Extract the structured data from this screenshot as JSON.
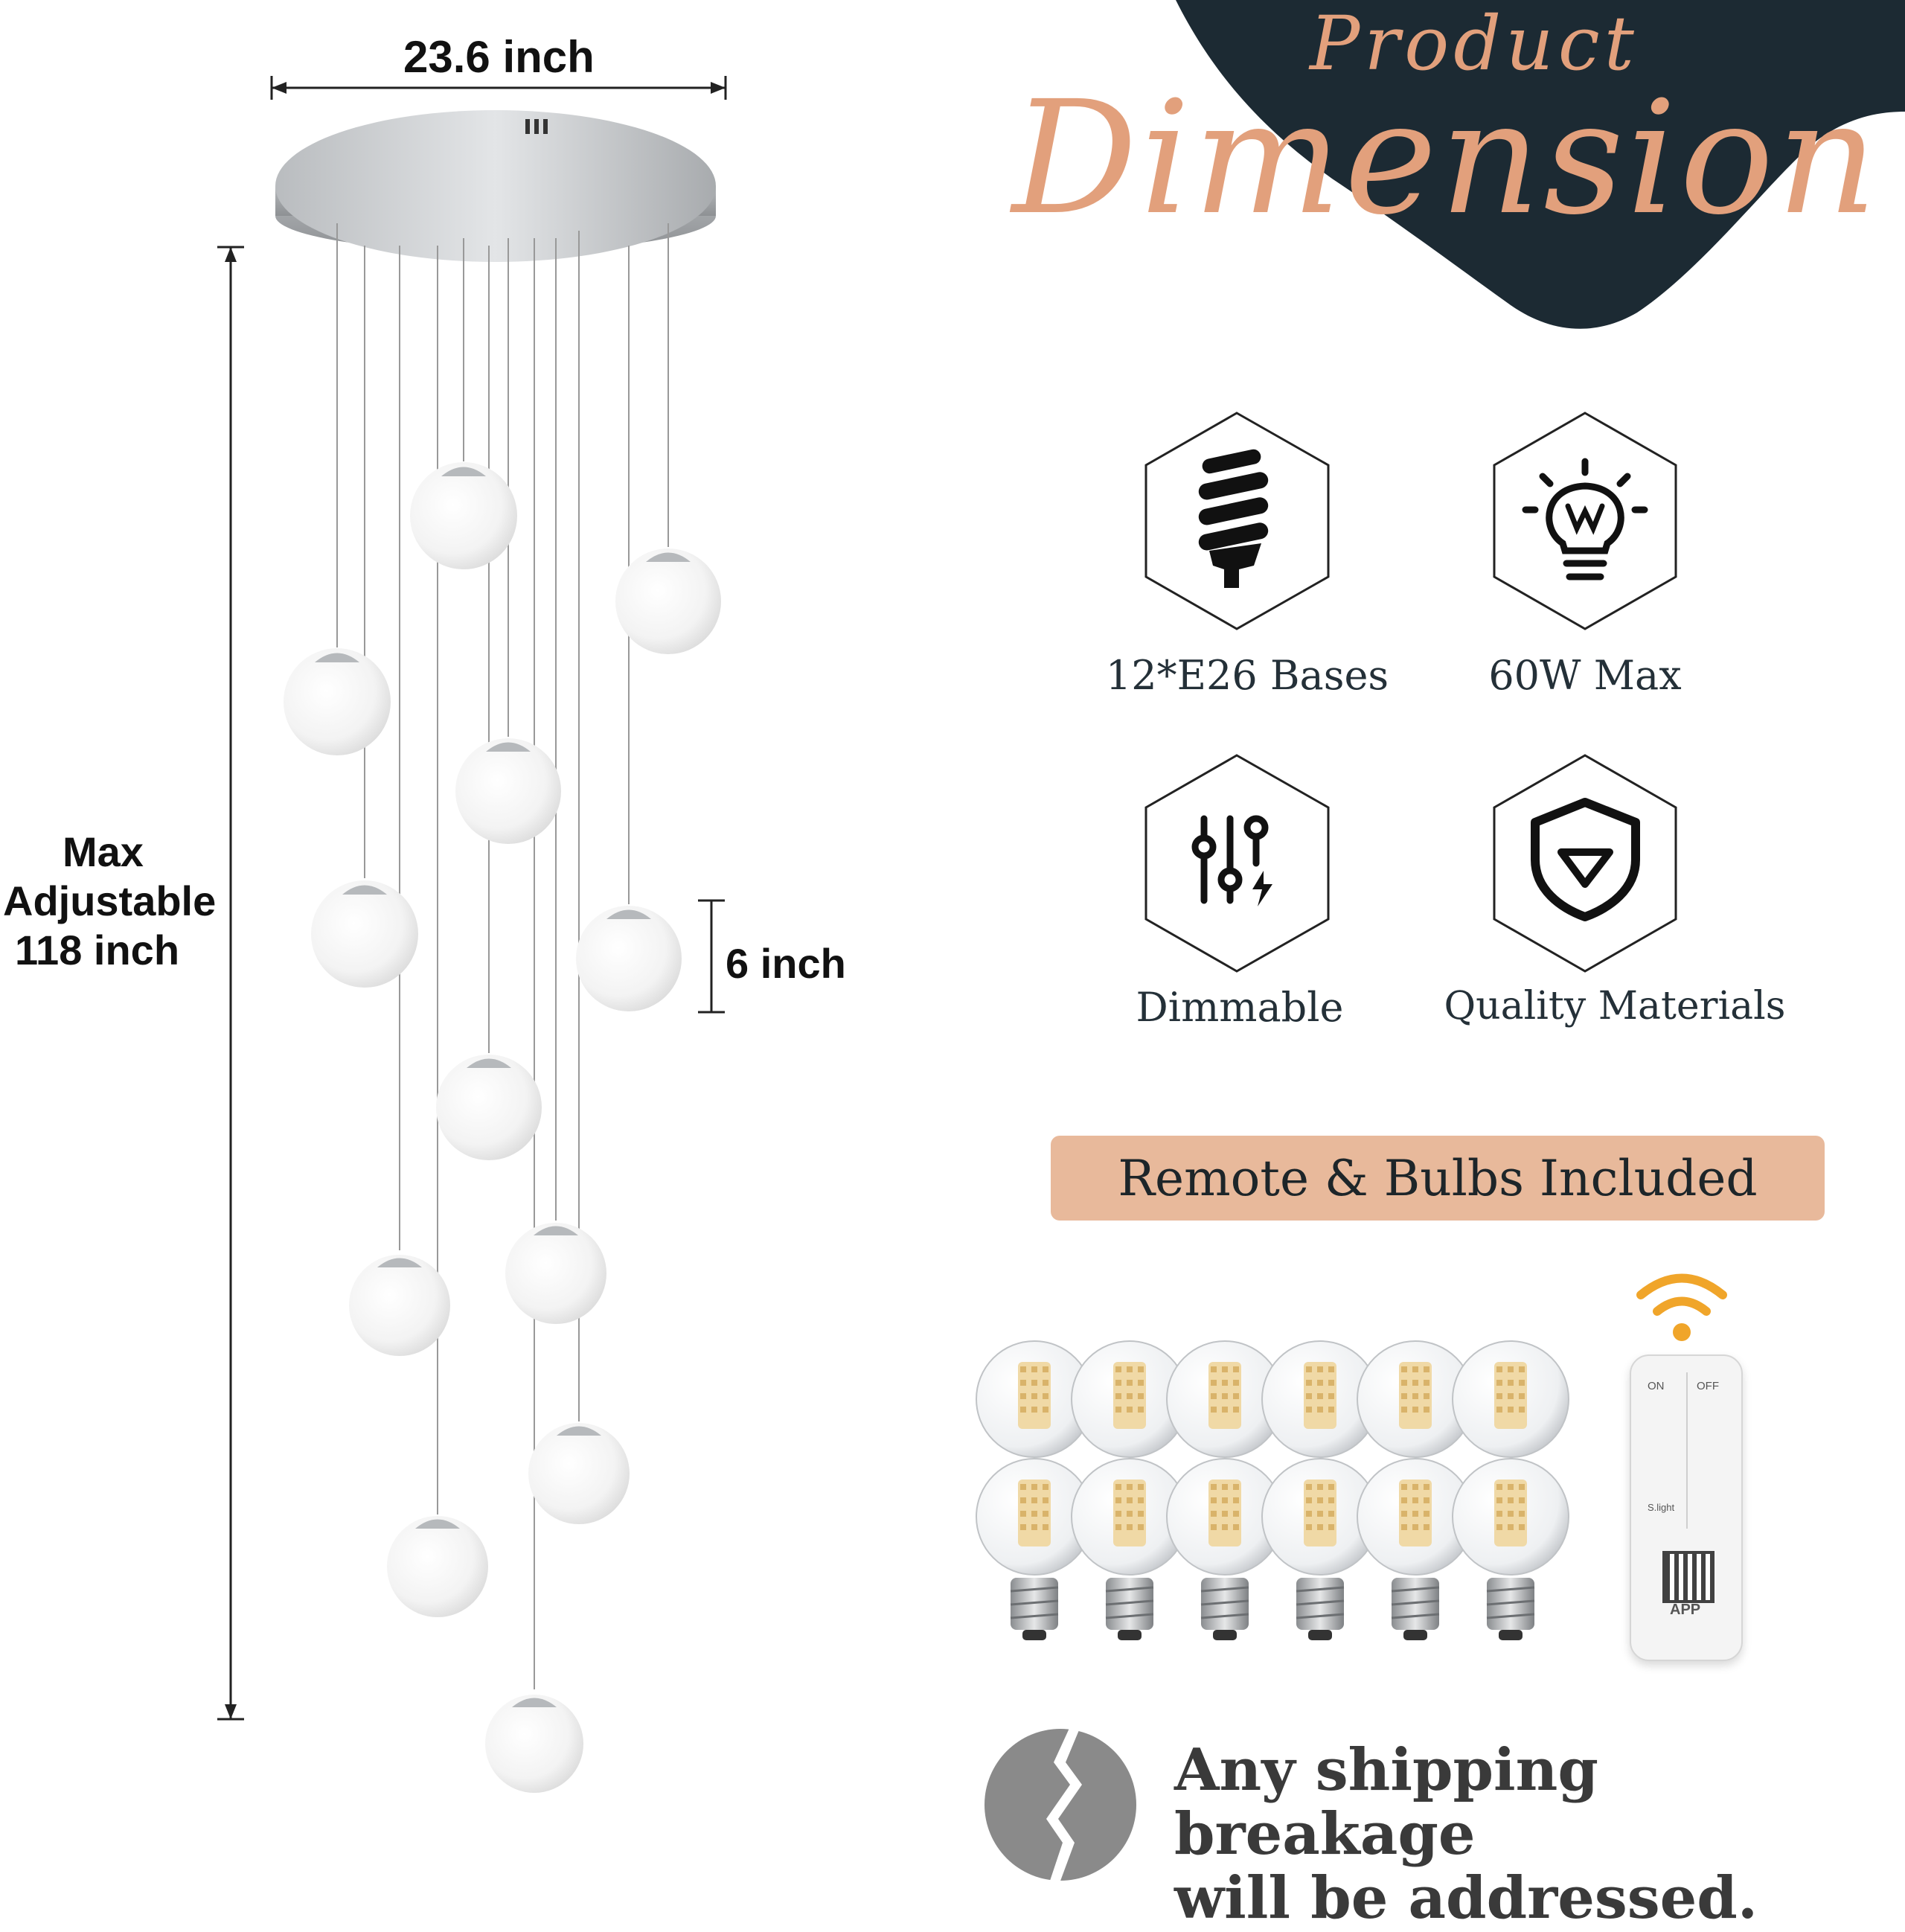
{
  "header": {
    "title_line1": "Product",
    "title_line2": "Dimension",
    "accent_color": "#e2a07c",
    "dark_color": "#1c2a33"
  },
  "dimensions": {
    "width_label": "23.6 inch",
    "height_label_line1": "Max",
    "height_label_line2": "Adjustable",
    "height_label_line3": "118 inch",
    "globe_label": "6 inch"
  },
  "features": [
    {
      "label": "12*E26 Bases",
      "icon": "spiral-bulb-icon"
    },
    {
      "label": "60W Max",
      "icon": "wattage-bulb-icon"
    },
    {
      "label": "Dimmable",
      "icon": "dimmer-sliders-icon"
    },
    {
      "label": "Quality Materials",
      "icon": "shield-icon"
    }
  ],
  "banner": {
    "text": "Remote & Bulbs Included",
    "color": "#e8b99b"
  },
  "remote": {
    "buttons": [
      "ON",
      "OFF",
      "",
      "",
      "",
      "",
      "",
      "",
      "S.light",
      ""
    ],
    "app_label": "APP"
  },
  "notice": {
    "line1": "Any shipping breakage",
    "line2": "will be addressed."
  }
}
